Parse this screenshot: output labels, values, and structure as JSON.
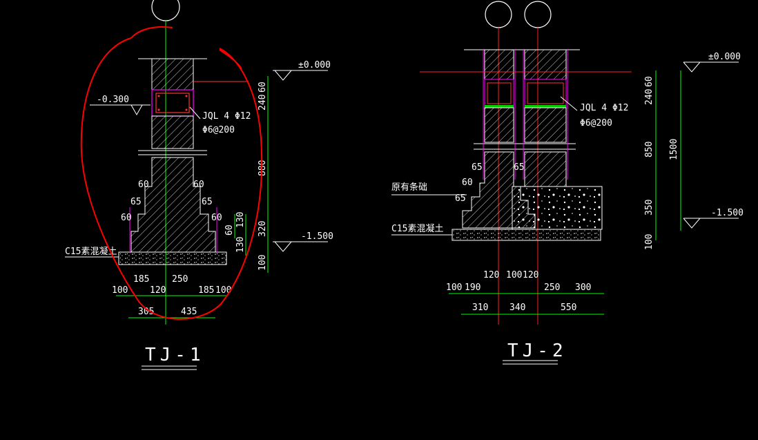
{
  "colors": {
    "background": "#000000",
    "wall": "#ffffff",
    "hatch": "#ffffff",
    "axis": "#ff2020",
    "center": "#00ff00",
    "dim": "#00ff00",
    "beam": "#ff3333",
    "magenta": "#ff00ff",
    "circle": "#ffffff",
    "markup": "#ff0000"
  },
  "tj1": {
    "title": "TJ-1",
    "elev_top": "±0.000",
    "elev_mid": "-0.300",
    "elev_bottom": "-1.500",
    "beam_label": "JQL 4 Φ12",
    "stirrup_label": "Φ6@200",
    "concrete_label": "C15素混凝土",
    "v_dims": [
      "60",
      "240",
      "880",
      "130",
      "130",
      "320",
      "60",
      "100"
    ],
    "step_dims": [
      "60",
      "60",
      "65",
      "65",
      "60",
      "60"
    ],
    "h_dims_top": [
      "100",
      "185",
      "120",
      "250",
      "185",
      "100"
    ],
    "h_dims_bottom": [
      "305",
      "435"
    ]
  },
  "tj2": {
    "title": "TJ-2",
    "elev_top": "±0.000",
    "elev_bottom": "-1.500",
    "beam_label": "JQL 4 Φ12",
    "stirrup_label": "Φ6@200",
    "existing_label": "原有条础",
    "concrete_label": "C15素混凝土",
    "v_dims": [
      "60",
      "240",
      "850",
      "1500",
      "350",
      "100"
    ],
    "step_dims": [
      "65",
      "65",
      "60",
      "65"
    ],
    "h_dims_top": [
      "100",
      "190",
      "120",
      "100",
      "120",
      "250",
      "300"
    ],
    "h_dims_bottom": [
      "310",
      "340",
      "550"
    ]
  }
}
